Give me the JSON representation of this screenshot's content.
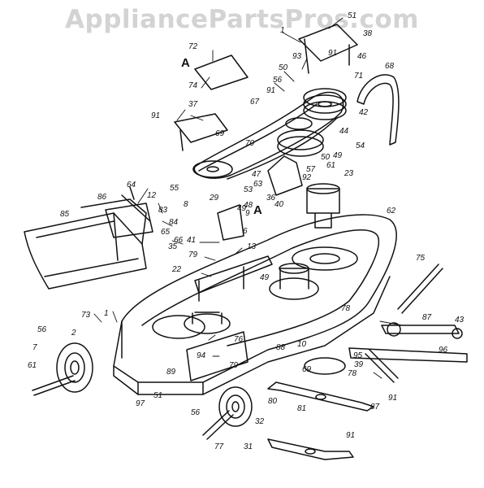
{
  "watermark": "AppliancePartsPros.com",
  "section_marks": [
    "A",
    "A"
  ],
  "part_numbers": [
    "51",
    "1",
    "38",
    "72",
    "93",
    "91",
    "46",
    "68",
    "50",
    "71",
    "74",
    "56",
    "91",
    "37",
    "67",
    "69",
    "42",
    "91",
    "44",
    "70",
    "54",
    "50",
    "49",
    "61",
    "57",
    "92",
    "63",
    "23",
    "47",
    "53",
    "55",
    "36",
    "48",
    "29",
    "40",
    "49",
    "8",
    "9",
    "64",
    "12",
    "83",
    "86",
    "85",
    "84",
    "35",
    "65",
    "66",
    "6",
    "62",
    "41",
    "13",
    "75",
    "79",
    "22",
    "49",
    "78",
    "73",
    "1",
    "87",
    "43",
    "76",
    "56",
    "2",
    "96",
    "94",
    "88",
    "10",
    "95",
    "79",
    "7",
    "89",
    "39",
    "69",
    "78",
    "80",
    "61",
    "51",
    "97",
    "56",
    "32",
    "87",
    "91",
    "81",
    "77",
    "31",
    "91"
  ]
}
